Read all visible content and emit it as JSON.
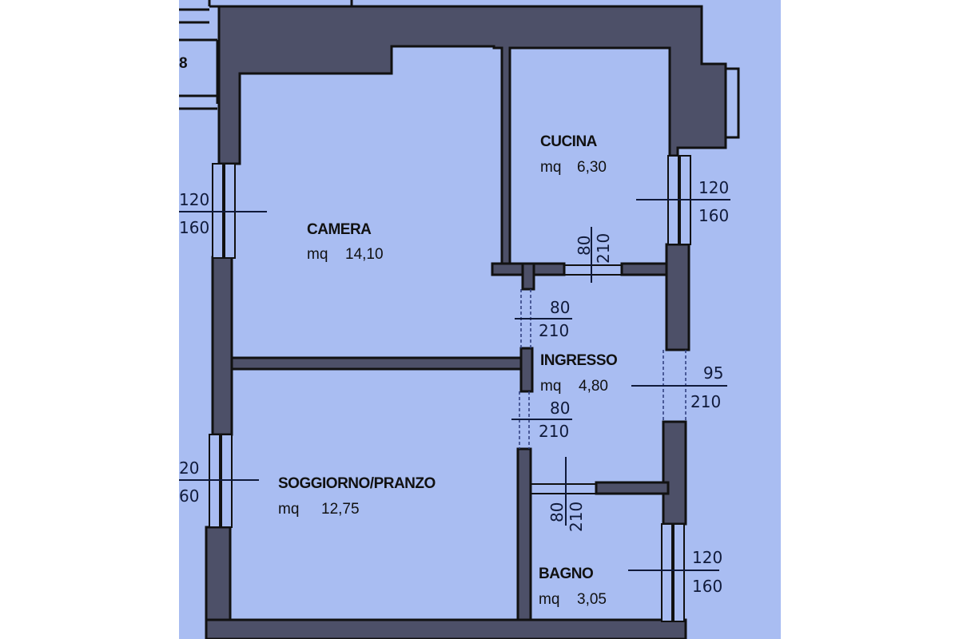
{
  "plan": {
    "background_color": "#a9bdf2",
    "wall_color": "#4d5068",
    "line_color": "#111111",
    "rooms": [
      {
        "name": "CAMERA",
        "area_label": "mq",
        "area": "14,10"
      },
      {
        "name": "CUCINA",
        "area_label": "mq",
        "area": "6,30"
      },
      {
        "name": "INGRESSO",
        "area_label": "mq",
        "area": "4,80"
      },
      {
        "name": "SOGGIORNO/PRANZO",
        "area_label": "mq",
        "area": "12,75"
      },
      {
        "name": "BAGNO",
        "area_label": "mq",
        "area": "3,05"
      }
    ],
    "openings": [
      {
        "location": "camera-window",
        "width": "120",
        "height": "160"
      },
      {
        "location": "cucina-window",
        "width": "120",
        "height": "160"
      },
      {
        "location": "cucina-door",
        "width": "80",
        "height": "210"
      },
      {
        "location": "camera-door",
        "width": "80",
        "height": "210"
      },
      {
        "location": "entrance-door",
        "width": "95",
        "height": "210"
      },
      {
        "location": "soggiorno-door",
        "width": "80",
        "height": "210"
      },
      {
        "location": "soggiorno-window",
        "width": "20",
        "height": "60"
      },
      {
        "location": "bagno-door",
        "width": "80",
        "height": "210"
      },
      {
        "location": "bagno-window",
        "width": "120",
        "height": "160"
      }
    ],
    "edge_fragment": "8"
  }
}
